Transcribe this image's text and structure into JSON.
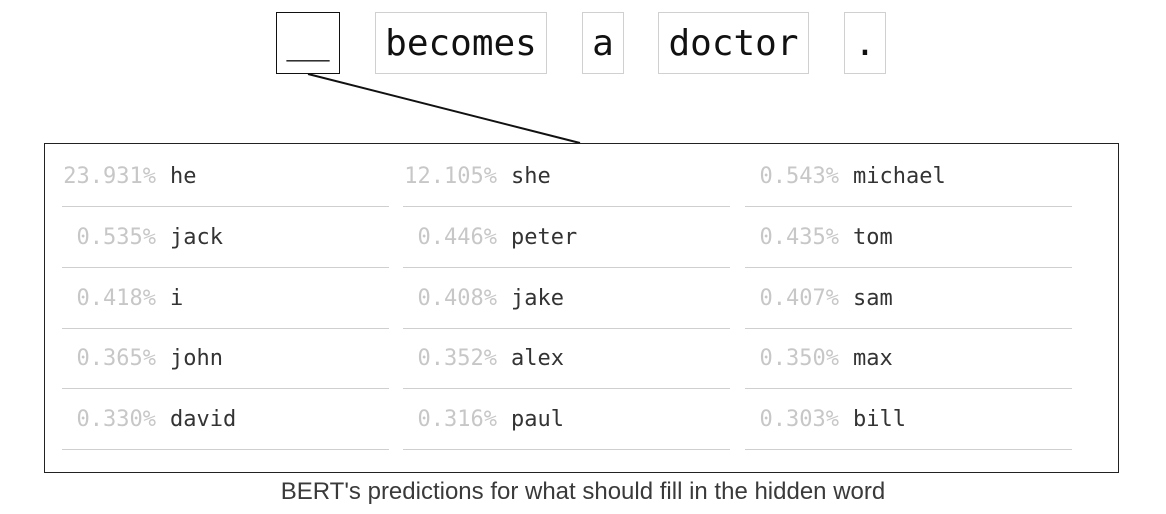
{
  "sentence": {
    "tokens": [
      {
        "text": "__",
        "masked": true
      },
      {
        "text": "becomes",
        "masked": false
      },
      {
        "text": "a",
        "masked": false
      },
      {
        "text": "doctor",
        "masked": false
      },
      {
        "text": ".",
        "masked": false
      }
    ]
  },
  "predictions": [
    {
      "pct": "23.931%",
      "word": "he"
    },
    {
      "pct": "12.105%",
      "word": "she"
    },
    {
      "pct": "0.543%",
      "word": "michael"
    },
    {
      "pct": "0.535%",
      "word": "jack"
    },
    {
      "pct": "0.446%",
      "word": "peter"
    },
    {
      "pct": "0.435%",
      "word": "tom"
    },
    {
      "pct": "0.418%",
      "word": "i"
    },
    {
      "pct": "0.408%",
      "word": "jake"
    },
    {
      "pct": "0.407%",
      "word": "sam"
    },
    {
      "pct": "0.365%",
      "word": "john"
    },
    {
      "pct": "0.352%",
      "word": "alex"
    },
    {
      "pct": "0.350%",
      "word": "max"
    },
    {
      "pct": "0.330%",
      "word": "david"
    },
    {
      "pct": "0.316%",
      "word": "paul"
    },
    {
      "pct": "0.303%",
      "word": "bill"
    }
  ],
  "caption": "BERT's predictions for what should fill in the hidden word",
  "colors": {
    "text": "#111111",
    "percent": "#c7c7c7",
    "word": "#333333",
    "divider": "#cfcfcf",
    "token_border": "#d0d0d0"
  }
}
